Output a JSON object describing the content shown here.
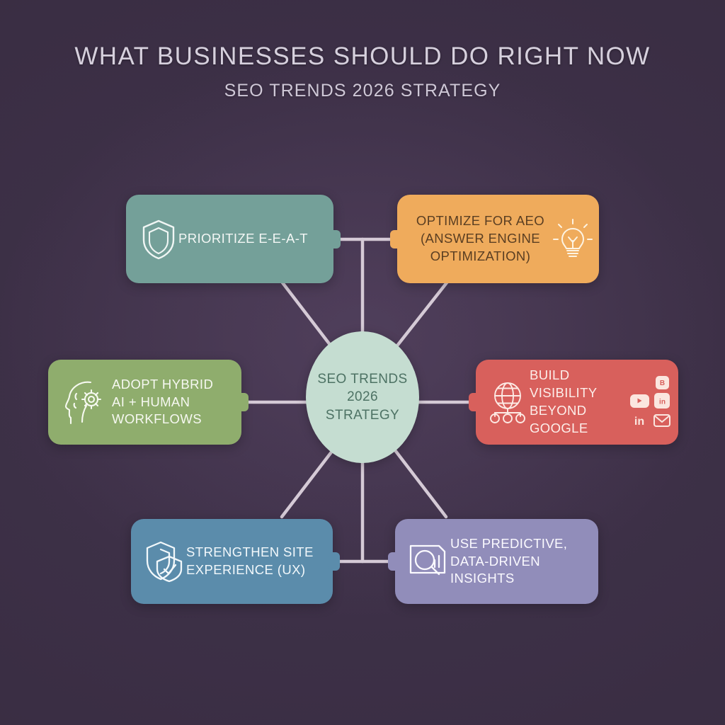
{
  "header": {
    "title": "WHAT BUSINESSES SHOULD DO RIGHT NOW",
    "subtitle": "SEO TRENDS 2026 STRATEGY"
  },
  "hub": {
    "label": "SEO TRENDS\n2026\nSTRATEGY",
    "fill": "#c5ddd1",
    "text_color": "#4d7264"
  },
  "background_color": "#3e3148",
  "connector_color": "#d5cad6",
  "nodes": [
    {
      "id": "prioritize-eeat",
      "label": "PRIORITIZE E-E-A-T",
      "icon": "shield-icon",
      "fill": "#74a099",
      "text_color": "#f3f7f5",
      "position": "top-left"
    },
    {
      "id": "optimize-aeo",
      "label": "OPTIMIZE FOR AEO\n(ANSWER ENGINE\nOPTIMIZATION)",
      "icon": "lightbulb-icon",
      "fill": "#efab5c",
      "text_color": "#5a3e22",
      "position": "top-right"
    },
    {
      "id": "adopt-hybrid-workflows",
      "label": "ADOPT HYBRID\nAI + HUMAN\nWORKFLOWS",
      "icon": "head-gear-icon",
      "fill": "#8fad6d",
      "text_color": "#f6f8f1",
      "position": "left"
    },
    {
      "id": "build-visibility",
      "label": "BUILD VISIBILITY\nBEYOND GOOGLE",
      "icon": "globe-network-icon",
      "fill": "#d8605c",
      "text_color": "#fdeeea",
      "position": "right",
      "social_icons": [
        "youtube-icon",
        "behance-icon",
        "linkedin-icon",
        "linkedin-icon",
        "email-icon"
      ]
    },
    {
      "id": "strengthen-ux",
      "label": "STRENGTHEN SITE\nEXPERIENCE (UX)",
      "icon": "shield-check-icon",
      "fill": "#5b8cab",
      "text_color": "#f2f8fb",
      "position": "bottom-left"
    },
    {
      "id": "predictive-insights",
      "label": "USE PREDICTIVE,\nDATA-DRIVEN INSIGHTS",
      "icon": "magnifier-chart-icon",
      "fill": "#918dba",
      "text_color": "#fbfaff",
      "position": "bottom-right"
    }
  ]
}
